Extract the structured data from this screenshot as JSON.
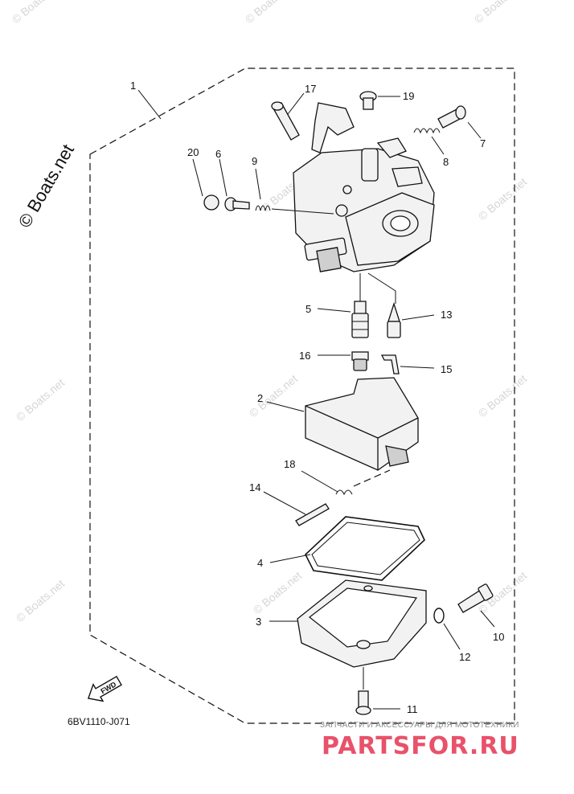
{
  "watermark": {
    "text": "© Boats.net",
    "corner_text": "© Boats.net"
  },
  "callouts": {
    "p1": "1",
    "p2": "2",
    "p3": "3",
    "p4": "4",
    "p5": "5",
    "p6": "6",
    "p7": "7",
    "p8": "8",
    "p9": "9",
    "p10": "10",
    "p11": "11",
    "p12": "12",
    "p13": "13",
    "p14": "14",
    "p15": "15",
    "p16": "16",
    "p17": "17",
    "p18": "18",
    "p19": "19",
    "p20": "20"
  },
  "diagram_code": "6BV1110-J071",
  "fwd_label": "FWD",
  "brand": {
    "tagline": "ЗАПЧАСТИ И АКСЕССУАРЫ ДЛЯ МОТОТЕХНИКИ",
    "name": "PARTSFOR.RU"
  },
  "colors": {
    "ink": "#111111",
    "watermark": "#d6d6d6",
    "brand": "#e8526a"
  }
}
